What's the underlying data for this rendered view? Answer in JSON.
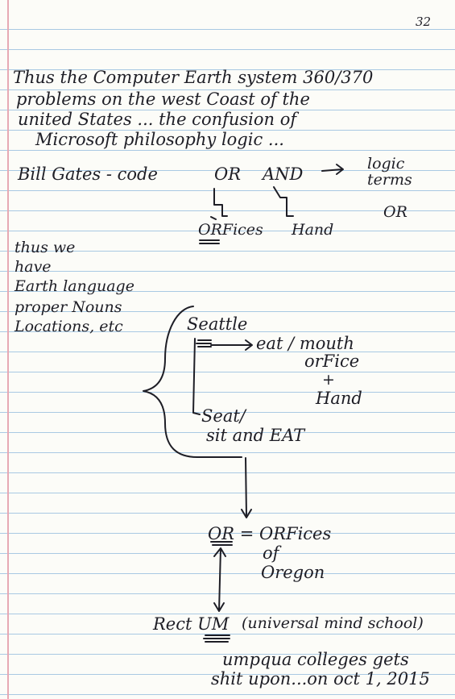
{
  "page_number": "32",
  "paragraph_lines": [
    "Thus the Computer Earth system 360/370",
    "problems on the west Coast of the",
    "united States ... the confusion of",
    "Microsoft philosophy logic ..."
  ],
  "bill_gates_line": {
    "label": "Bill Gates - code",
    "or": "OR",
    "and": "AND",
    "logic_terms": [
      "logic",
      "terms"
    ]
  },
  "or_right": "OR",
  "orfices": "ORFices",
  "hand": "Hand",
  "left_note": [
    "thus we",
    "have",
    "Earth language",
    "proper Nouns",
    "Locations, etc"
  ],
  "seattle": "Seattle",
  "eat_mouth": "eat / mouth",
  "orfice_lines": [
    "orFice",
    "+",
    "Hand"
  ],
  "seat_lines": [
    "Seat/",
    "sit and EAT"
  ],
  "or_equals": "OR = ORFices",
  "of": "of",
  "oregon": "Oregon",
  "rectum": "Rect UM",
  "universal_mind": "(universal mind school)",
  "umpqua_lines": [
    "umpqua colleges gets",
    "shit upon...on oct 1, 2015"
  ]
}
